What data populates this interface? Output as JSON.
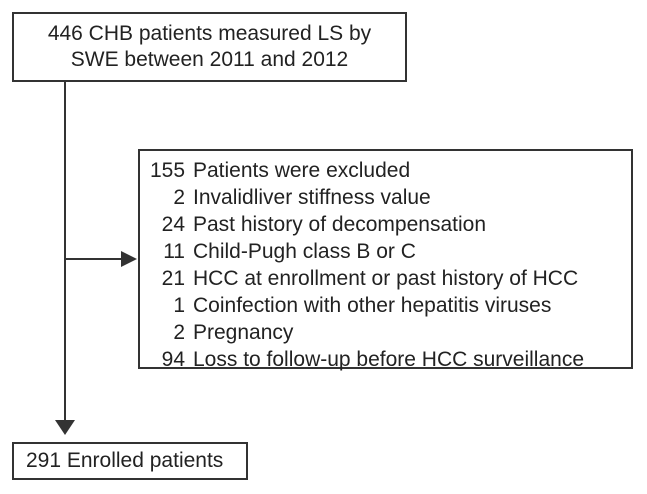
{
  "colors": {
    "background": "#ffffff",
    "line": "#333333",
    "text": "#222222"
  },
  "top_box": {
    "line1": "446 CHB patients measured LS by",
    "line2": "SWE between 2011 and 2012"
  },
  "excluded_box": {
    "rows": [
      {
        "count": "155",
        "label": "Patients were excluded"
      },
      {
        "count": "2",
        "label": "Invalidliver stiffness value"
      },
      {
        "count": "24",
        "label": "Past history of decompensation"
      },
      {
        "count": "11",
        "label": "Child-Pugh class B or C"
      },
      {
        "count": "21",
        "label": "HCC at enrollment or past history of HCC"
      },
      {
        "count": "1",
        "label": "Coinfection with other hepatitis viruses"
      },
      {
        "count": "2",
        "label": "Pregnancy"
      },
      {
        "count": "94",
        "label": "Loss to follow-up before HCC surveillance"
      }
    ]
  },
  "enrolled_box": {
    "label": "291 Enrolled patients"
  }
}
